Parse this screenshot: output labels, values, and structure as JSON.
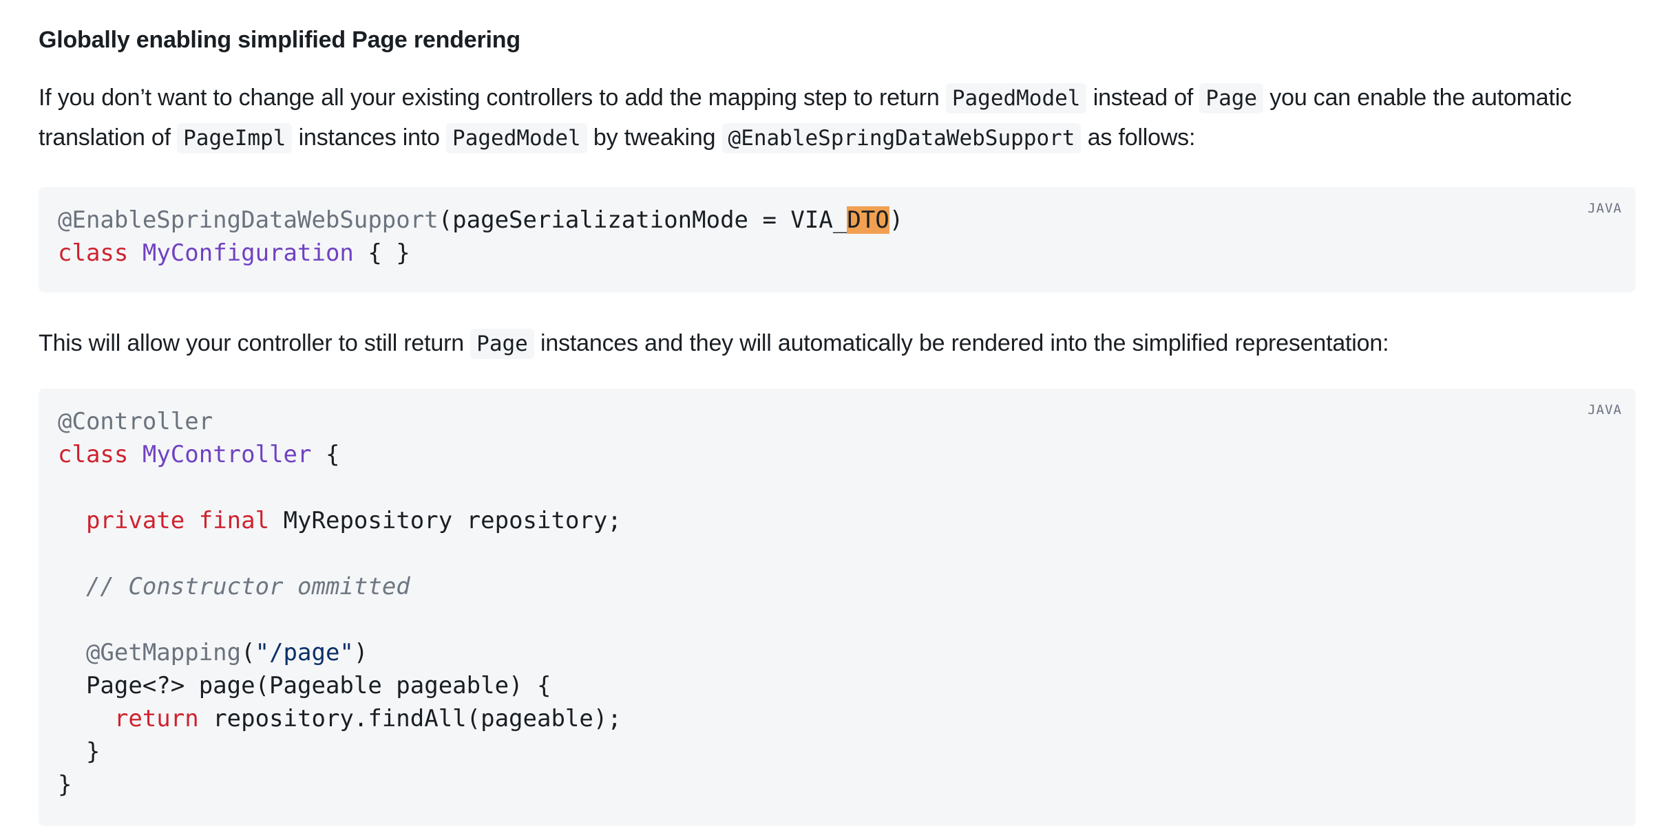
{
  "section": {
    "title_prefix": "Globally enabling simplified ",
    "title_code": "Page",
    "title_suffix": " rendering"
  },
  "para1": {
    "t1": "If you don’t want to change all your existing controllers to add the mapping step to return ",
    "c1": "PagedModel",
    "t2": " instead of ",
    "c2": "Page",
    "t3": " you can enable the automatic translation of ",
    "c3": "PageImpl",
    "t4": " instances into ",
    "c4": "PagedModel",
    "t5": " by tweaking ",
    "c5": "@EnableSpringDataWebSupport",
    "t6": " as follows:"
  },
  "code1": {
    "language": "JAVA",
    "annotation": "@EnableSpringDataWebSupport",
    "args_prefix": "(pageSerializationMode = VIA_",
    "highlight": "DTO",
    "args_suffix": ")",
    "kw_class": "class",
    "class_name": "MyConfiguration",
    "body": " { }"
  },
  "para2": {
    "t1": "This will allow your controller to still return ",
    "c1": "Page",
    "t2": " instances and they will automatically be rendered into the simplified representation:"
  },
  "code2": {
    "language": "JAVA",
    "annotation": "@Controller",
    "kw_class": "class",
    "class_name": "MyController",
    "open_brace": " {",
    "kw_private": "private",
    "kw_final": "final",
    "field_rest": " MyRepository repository;",
    "comment": "// Constructor ommitted",
    "mapping_anno": "@GetMapping",
    "mapping_open": "(",
    "mapping_path": "\"/page\"",
    "mapping_close": ")",
    "method_sig": "Page<?> page(Pageable pageable) {",
    "kw_return": "return",
    "return_rest": " repository.findAll(pageable);",
    "method_close": "}",
    "class_close": "}"
  }
}
